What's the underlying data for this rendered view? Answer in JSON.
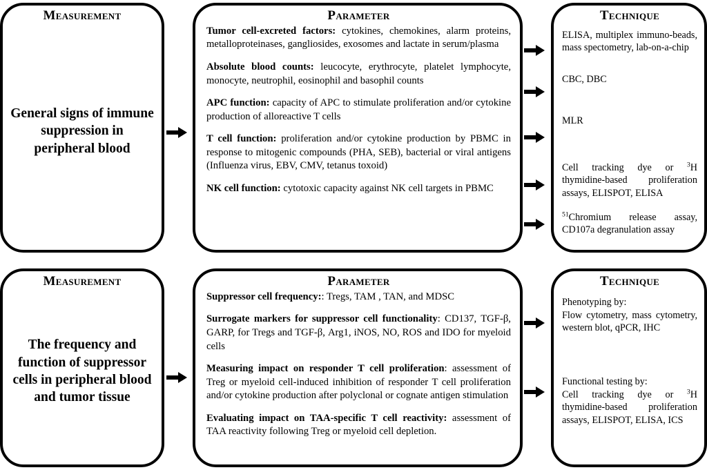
{
  "panels": [
    {
      "id": "general-immune-suppression",
      "measurement": {
        "title": "Measurement",
        "text": "General signs of immune suppression in peripheral blood"
      },
      "parameter": {
        "title": "Parameter",
        "items": [
          {
            "label": "Tumor cell-excreted factors:",
            "text": " cytokines, chemokines, alarm proteins, metalloproteinases, gangliosides, exosomes and lactate in serum/plasma"
          },
          {
            "label": "Absolute blood counts:",
            "text": " leucocyte, erythrocyte, platelet lymphocyte, monocyte, neutrophil, eosinophil and basophil counts"
          },
          {
            "label": "APC function:",
            "text": " capacity of APC to stimulate proliferation and/or cytokine production of alloreactive T cells"
          },
          {
            "label": "T cell function:",
            "text": " proliferation and/or cytokine production by PBMC in response to mitogenic compounds (PHA, SEB), bacterial or viral antigens (Influenza virus, EBV, CMV, tetanus toxoid)"
          },
          {
            "label": "NK cell function:",
            "text": " cytotoxic capacity against NK cell targets in PBMC"
          }
        ]
      },
      "technique": {
        "title": "Technique",
        "items": [
          {
            "text": "ELISA, multiplex immuno-beads, mass spectometry, lab-on-a-chip",
            "justify": true
          },
          {
            "text": "CBC, DBC",
            "justify": false
          },
          {
            "text": "MLR",
            "justify": false
          },
          {
            "pre": "Cell tracking dye or ",
            "sup": "3",
            "post": "H thymidine-based proliferation assays, ELISPOT, ELISA",
            "justify": true
          },
          {
            "sup_lead": "51",
            "post": "Chromium release assay, CD107a degranulation assay",
            "justify": true
          }
        ]
      },
      "arrow_label": "flow-arrow"
    },
    {
      "id": "suppressor-cell-frequency-function",
      "measurement": {
        "title": "Measurement",
        "text": "The frequency and function of suppressor cells in peripheral blood and tumor tissue"
      },
      "parameter": {
        "title": "Parameter",
        "items": [
          {
            "label": "Suppressor cell frequency:",
            "text": ": Tregs, TAM , TAN, and MDSC"
          },
          {
            "label": "Surrogate markers for suppressor cell functionality",
            "text": ": CD137, TGF-β, GARP, for Tregs and TGF-β, Arg1, iNOS, NO, ROS and IDO for myeloid cells"
          },
          {
            "label": "Measuring impact on responder T cell proliferation",
            "text": ": assessment of Treg or myeloid cell-induced inhibition of responder T cell proliferation and/or cytokine production after polyclonal or cognate antigen stimulation"
          },
          {
            "label": "Evaluating impact on TAA-specific T cell reactivity:",
            "text": " assessment of TAA reactivity following Treg or myeloid cell depletion."
          }
        ]
      },
      "technique": {
        "title": "Technique",
        "items": [
          {
            "text": "Phenotyping by:",
            "justify": false
          },
          {
            "text": "Flow cytometry, mass cytometry, western blot, qPCR, IHC",
            "justify": true
          },
          {
            "text": "Functional testing by:",
            "justify": false
          },
          {
            "pre": "Cell tracking dye or ",
            "sup": "3",
            "post": "H thymidine-based proliferation assays, ELISPOT, ELISA, ICS",
            "justify": true
          }
        ]
      },
      "arrow_label": "flow-arrow"
    }
  ],
  "colors": {
    "border": "#000000",
    "text": "#000000",
    "background": "#ffffff"
  }
}
